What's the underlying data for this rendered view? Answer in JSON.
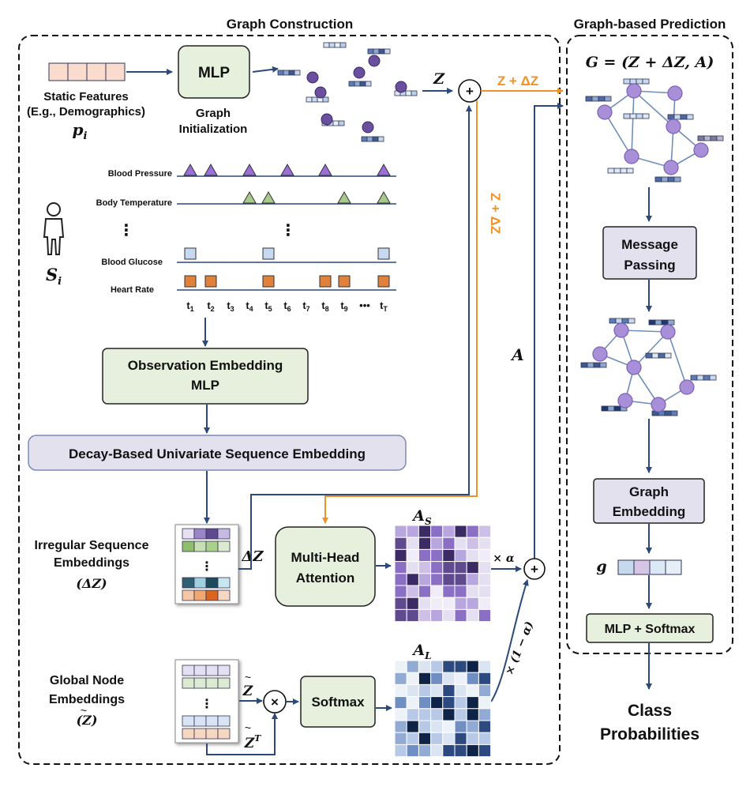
{
  "sections": {
    "left_title": "Graph Construction",
    "right_title": "Graph-based Prediction"
  },
  "static": {
    "line1": "Static Features",
    "line2": "(E.g., Demographics)",
    "symbol": "p",
    "symbol_sub": "i"
  },
  "mlp_box": "MLP",
  "graph_init": {
    "line1": "Graph",
    "line2": "Initialization"
  },
  "labels": {
    "Z": "Z",
    "Z_plus_dZ": "Z + ΔZ",
    "Z_plus_dZ_vertical": "Z + ΔZ",
    "A": "A",
    "dZ": "ΔZ",
    "AS": "A",
    "AS_sub": "S",
    "AL": "A",
    "AL_sub": "L",
    "times_alpha": "× α",
    "times_one_minus_alpha": "× (1 − α)",
    "g": "g",
    "Ztilde": "Z",
    "ZtildeT": "Z",
    "ZtildeT_sup": "T",
    "G_eq": "G = (Z + ΔZ, A)"
  },
  "series": {
    "names": [
      "Blood Pressure",
      "Body Temperature",
      "Blood Glucose",
      "Heart Rate"
    ],
    "patient_symbol": "S",
    "patient_sub": "i",
    "ellipsis": "⋮"
  },
  "timesteps": [
    "t",
    "t",
    "t",
    "t",
    "t",
    "t",
    "t",
    "t",
    "t",
    "•••",
    "t"
  ],
  "timestep_subs": [
    "1",
    "2",
    "3",
    "4",
    "5",
    "6",
    "7",
    "8",
    "9",
    "",
    "T"
  ],
  "boxes": {
    "obs_embed_1": "Observation Embedding",
    "obs_embed_2": "MLP",
    "decay": "Decay-Based Univariate Sequence Embedding",
    "mha_1": "Multi-Head",
    "mha_2": "Attention",
    "softmax": "Softmax",
    "msg_1": "Message",
    "msg_2": "Passing",
    "gemb_1": "Graph",
    "gemb_2": "Embedding",
    "mlp_softmax": "MLP + Softmax"
  },
  "irregular": {
    "line1": "Irregular Sequence",
    "line2": "Embeddings",
    "line3": "(ΔZ)"
  },
  "global": {
    "line1": "Global Node",
    "line2": "Embeddings",
    "line3": "(Z)"
  },
  "ops": {
    "plus": "+",
    "times": "×"
  },
  "output": {
    "line1": "Class",
    "line2": "Probabilities"
  },
  "colors": {
    "box_green": "#e6f0dc",
    "box_purple": "#e4e1ef",
    "arrow_blue": "#2b4a7a",
    "arrow_orange": "#f0922a",
    "node_purple": "#a98fd8",
    "bp": "#9a6fd6",
    "temp": "#a9c98a",
    "glucose": "#c6d9ee",
    "hr": "#e0823c"
  }
}
